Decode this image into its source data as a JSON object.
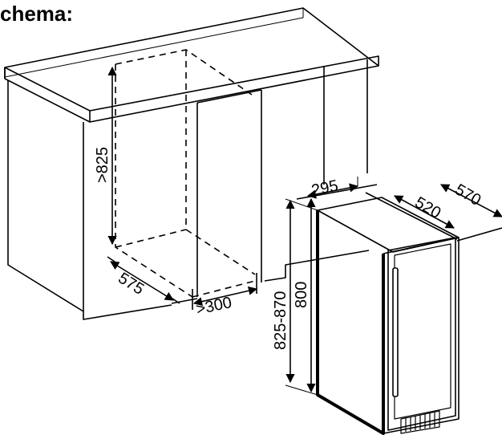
{
  "title": "chema:",
  "dimensions": {
    "niche_height": ">825",
    "niche_depth": "575",
    "niche_width": ">300",
    "unit_width": "295",
    "unit_depth_body": "520",
    "unit_depth_total": "570",
    "unit_height": "800",
    "install_height": "825-870"
  },
  "colors": {
    "line": "#000000",
    "background": "#ffffff"
  }
}
